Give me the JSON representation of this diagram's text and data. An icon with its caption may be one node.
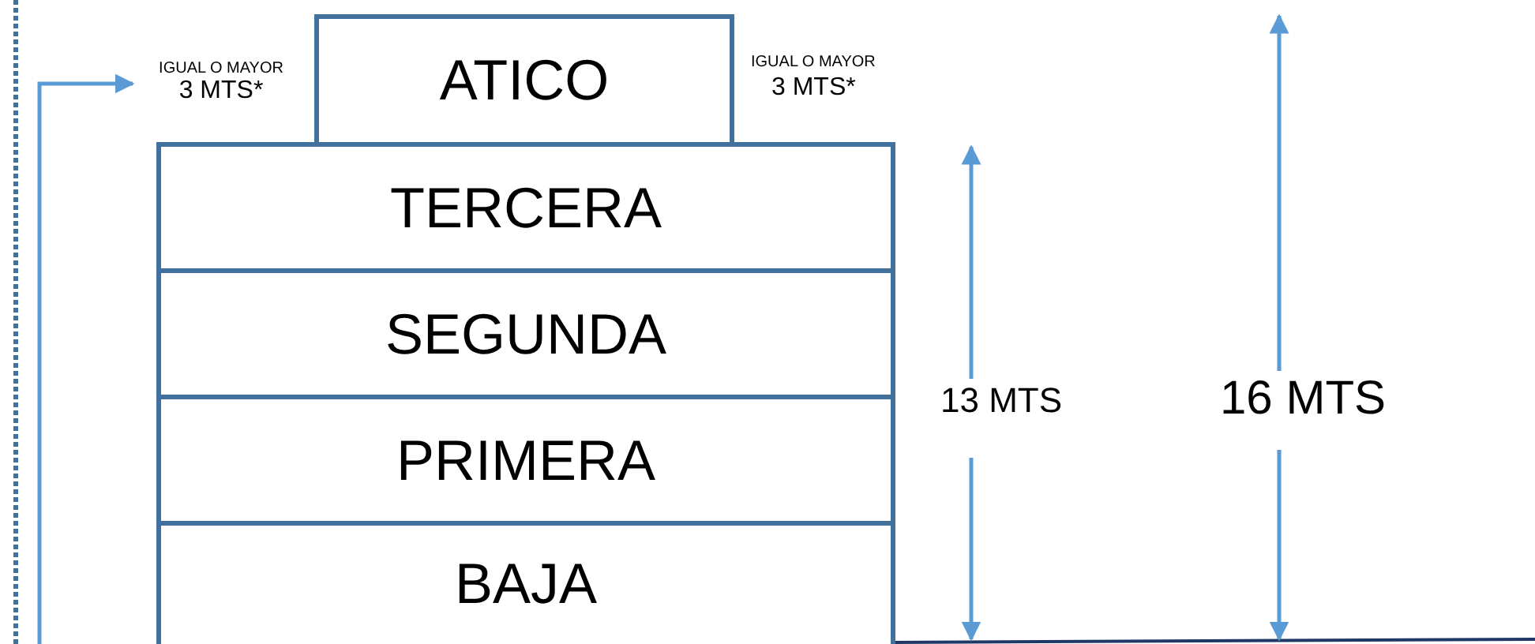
{
  "diagram": {
    "nodes": [
      {
        "text": [
          "ATICO"
        ]
      },
      {
        "text": [
          "TERCERA"
        ]
      },
      {
        "text": [
          "SEGUNDA"
        ]
      },
      {
        "text": [
          "PRIMERA"
        ]
      },
      {
        "text": [
          "BAJA"
        ]
      },
      {
        "text": [
          "IGUAL O MAYOR",
          "3 MTS*"
        ]
      }
    ],
    "edges": [
      {
        "from": null,
        "to": 5,
        "arrow": "to"
      }
    ],
    "labels": [
      "IGUAL O MAYOR",
      "3 MTS*",
      "13 MTS",
      "16 MTS"
    ]
  }
}
